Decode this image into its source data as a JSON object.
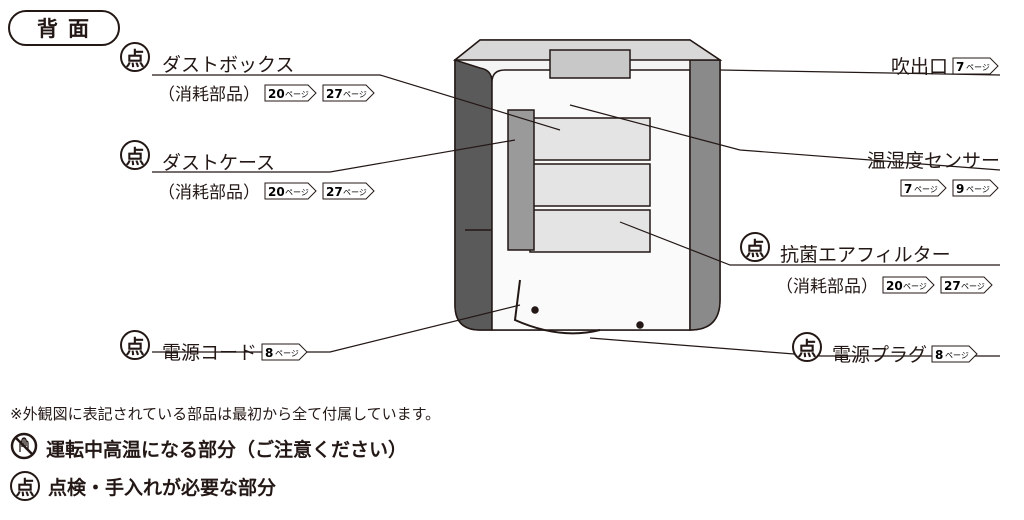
{
  "section_title": "背面",
  "check_mark": "点",
  "page_suffix": "ページ",
  "callouts": {
    "dust_box": {
      "name": "ダストボックス",
      "sub": "（消耗部品）",
      "pages": [
        "20",
        "27"
      ]
    },
    "dust_case": {
      "name": "ダストケース",
      "sub": "（消耗部品）",
      "pages": [
        "20",
        "27"
      ]
    },
    "power_cord": {
      "name": "電源コード",
      "pages": [
        "8"
      ]
    },
    "outlet": {
      "name": "吹出口",
      "pages": [
        "7"
      ]
    },
    "sensor": {
      "name": "温湿度センサー",
      "pages": [
        "7",
        "9"
      ]
    },
    "filter": {
      "name": "抗菌エアフィルター",
      "sub": "（消耗部品）",
      "pages": [
        "20",
        "27"
      ]
    },
    "plug": {
      "name": "電源プラグ",
      "pages": [
        "8"
      ]
    }
  },
  "note": "※外観図に表記されている部品は最初から全て付属しています。",
  "legend": {
    "hot": "運転中高温になる部分（ご注意ください）",
    "check": "点検・手入れが必要な部分"
  }
}
